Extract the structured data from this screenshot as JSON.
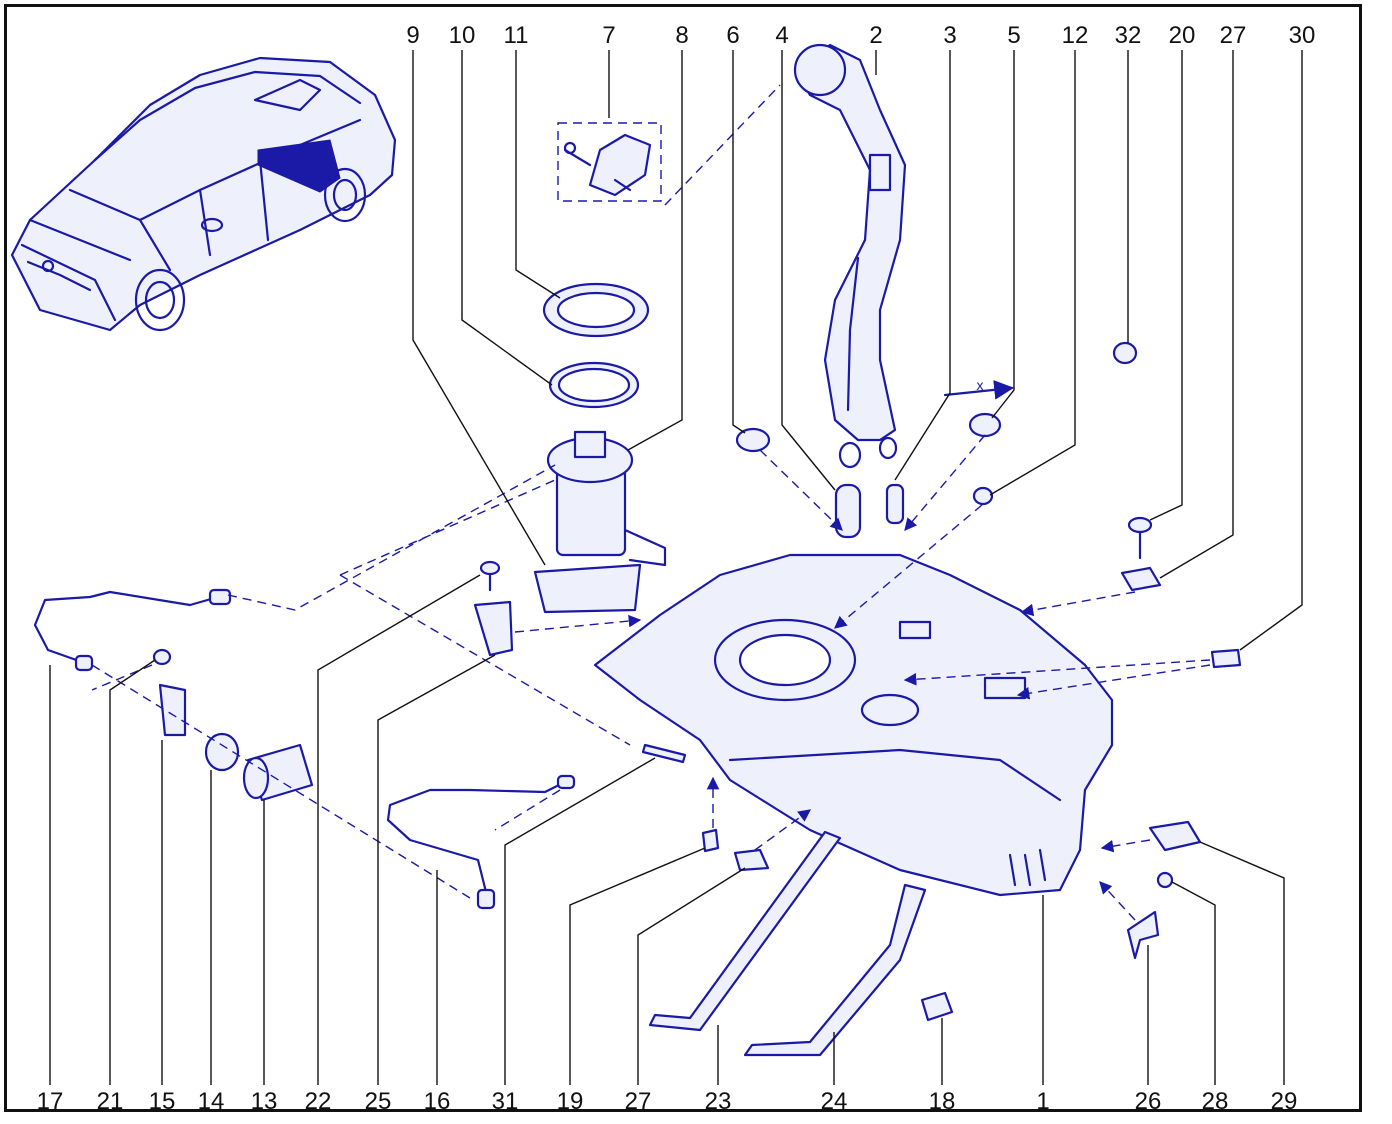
{
  "diagram": {
    "top_labels": [
      "9",
      "10",
      "11",
      "7",
      "8",
      "6",
      "4",
      "2",
      "3",
      "5",
      "12",
      "32",
      "20",
      "27",
      "30"
    ],
    "bottom_labels": [
      "17",
      "21",
      "15",
      "14",
      "13",
      "22",
      "25",
      "16",
      "31",
      "19",
      "27",
      "23",
      "24",
      "18",
      "1",
      "26",
      "28",
      "29"
    ],
    "dimension_label": "x",
    "colors": {
      "line": "#1a1aa6",
      "text": "#111111",
      "highlight": "#1a1aa6"
    }
  }
}
